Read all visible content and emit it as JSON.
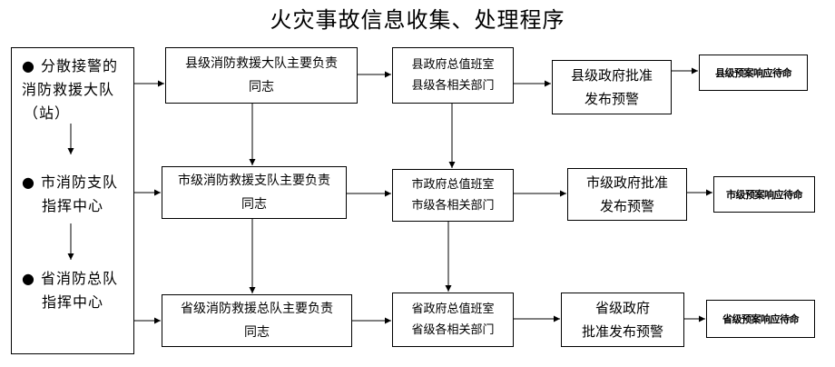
{
  "title": "火灾事故信息收集、处理程序",
  "left_column": [
    {
      "lines": [
        "● 分散接警的",
        "消防救援大队",
        "（站）"
      ]
    },
    {
      "lines": [
        "● 市消防支队",
        "指挥中心"
      ]
    },
    {
      "lines": [
        "● 省消防总队",
        "指挥中心"
      ]
    }
  ],
  "rows": [
    {
      "team": [
        "县级消防救援大队主要负责",
        "同志"
      ],
      "office": [
        "县政府总值班室",
        "县级各相关部门"
      ],
      "approve": [
        "县级政府批准",
        "发布预警"
      ],
      "response": "县级预案响应待命"
    },
    {
      "team": [
        "市级消防救援支队主要负责",
        "同志"
      ],
      "office": [
        "市政府总值班室",
        "市级各相关部门"
      ],
      "approve": [
        "市级政府批准",
        "发布预警"
      ],
      "response": "市级预案响应待命"
    },
    {
      "team": [
        "省级消防救援总队主要负责",
        "同志"
      ],
      "office": [
        "省政府总值班室",
        "省级各相关部门"
      ],
      "approve": [
        "省级政府",
        "批准发布预警"
      ],
      "response": "省级预案响应待命"
    }
  ]
}
